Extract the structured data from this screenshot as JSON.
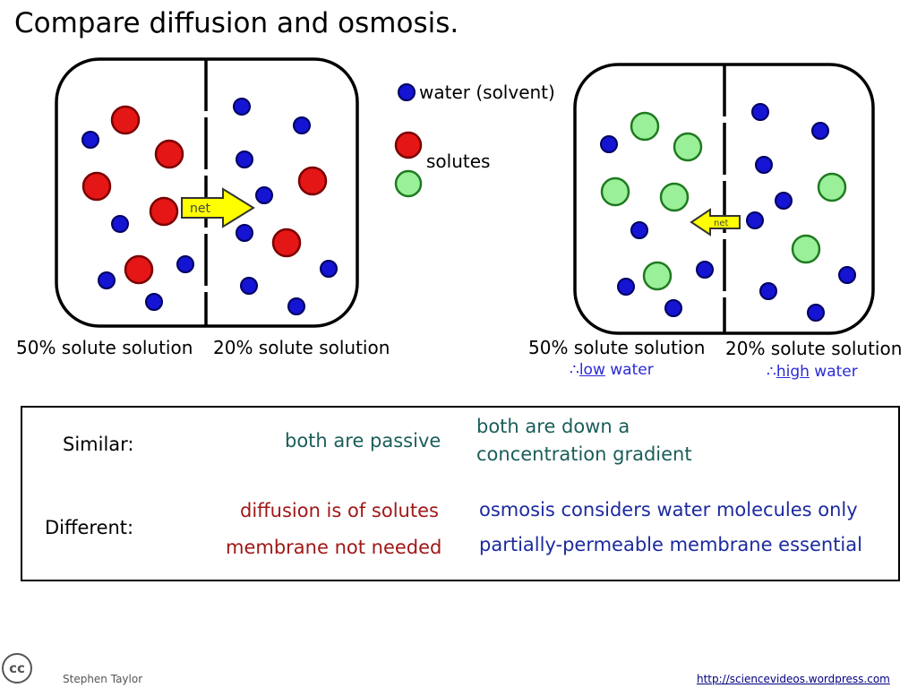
{
  "title": "Compare diffusion and osmosis.",
  "legend": {
    "water": "water (solvent)",
    "solutes": "solutes"
  },
  "diffusion_diagram": {
    "left_label": "50% solute solution",
    "right_label": "20% solute solution",
    "arrow_label": "net"
  },
  "osmosis_diagram": {
    "left_label": "50% solute solution",
    "right_label": "20% solute solution",
    "arrow_label": "net",
    "left_note_prefix": "∴",
    "left_note_key": "low",
    "left_note_rest": " water",
    "right_note_prefix": "∴",
    "right_note_key": "high",
    "right_note_rest": " water"
  },
  "comparison": {
    "similar_label": "Similar:",
    "similar_1": "both are passive",
    "similar_2_line1": "both are down a",
    "similar_2_line2": "concentration gradient",
    "different_label": "Different:",
    "diffusion_1": "diffusion is of solutes",
    "diffusion_2": "membrane not needed",
    "osmosis_1": "osmosis considers water molecules only",
    "osmosis_2": "partially-permeable membrane essential"
  },
  "footer": {
    "license_icon": "cc",
    "author": "Stephen Taylor",
    "url": "http://sciencevideos.wordpress.com"
  },
  "colors": {
    "water": "#1414d2",
    "solute_diffusion": "#e51616",
    "solute_osmosis": "#99f099",
    "arrow": "#ffff00",
    "teal": "#1b5e5a",
    "red": "#a01818",
    "navy": "#1c2a9e"
  }
}
